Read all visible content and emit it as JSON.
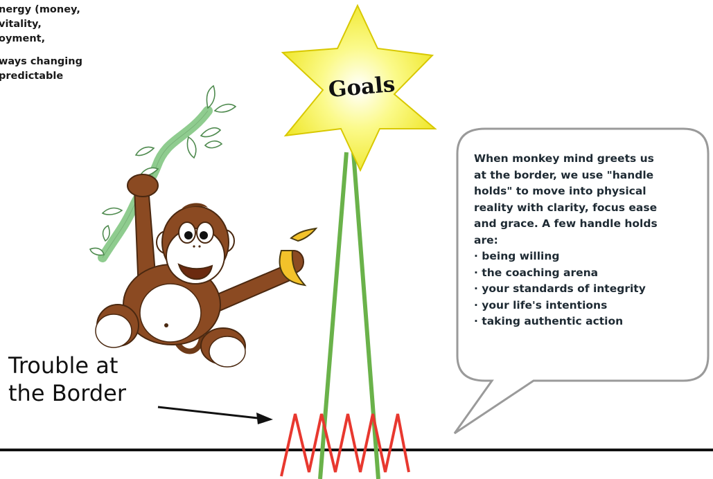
{
  "top_text": {
    "lines": [
      "nergy (money,",
      "vitality,",
      "oyment,",
      "",
      "ways changing",
      "predictable"
    ]
  },
  "goals": {
    "label": "Goals"
  },
  "border_label": {
    "line1": "Trouble at",
    "line2": "the Border"
  },
  "callout": {
    "lines": [
      "When monkey mind greets us",
      "at the border, we use \"handle",
      "holds\" to move into physical",
      "reality with clarity, focus ease",
      "and grace. A few handle holds",
      "are:"
    ],
    "bullets": [
      "being willing",
      "the coaching arena",
      "your standards of integrity",
      "your life's intentions",
      "taking authentic action"
    ],
    "bullet_char": "·"
  },
  "colors": {
    "star_fill": "#f5f23a",
    "star_stroke": "#d8c800",
    "stem": "#6ab24a",
    "zigzag": "#e8382f",
    "ground": "#111111",
    "vine": "#8fcc8f",
    "monkey_brown": "#8b4a22",
    "monkey_face": "#ffffff",
    "banana": "#f3c22a",
    "bubble_stroke": "#9a9a9a"
  }
}
